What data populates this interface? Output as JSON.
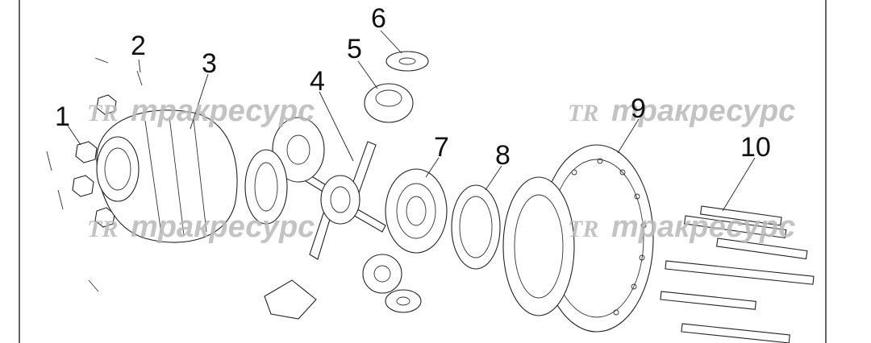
{
  "diagram": {
    "callouts": [
      "1",
      "2",
      "3",
      "4",
      "5",
      "6",
      "7",
      "8",
      "9",
      "10"
    ],
    "watermark": {
      "logo": "TR",
      "text": "тракресурс"
    }
  }
}
